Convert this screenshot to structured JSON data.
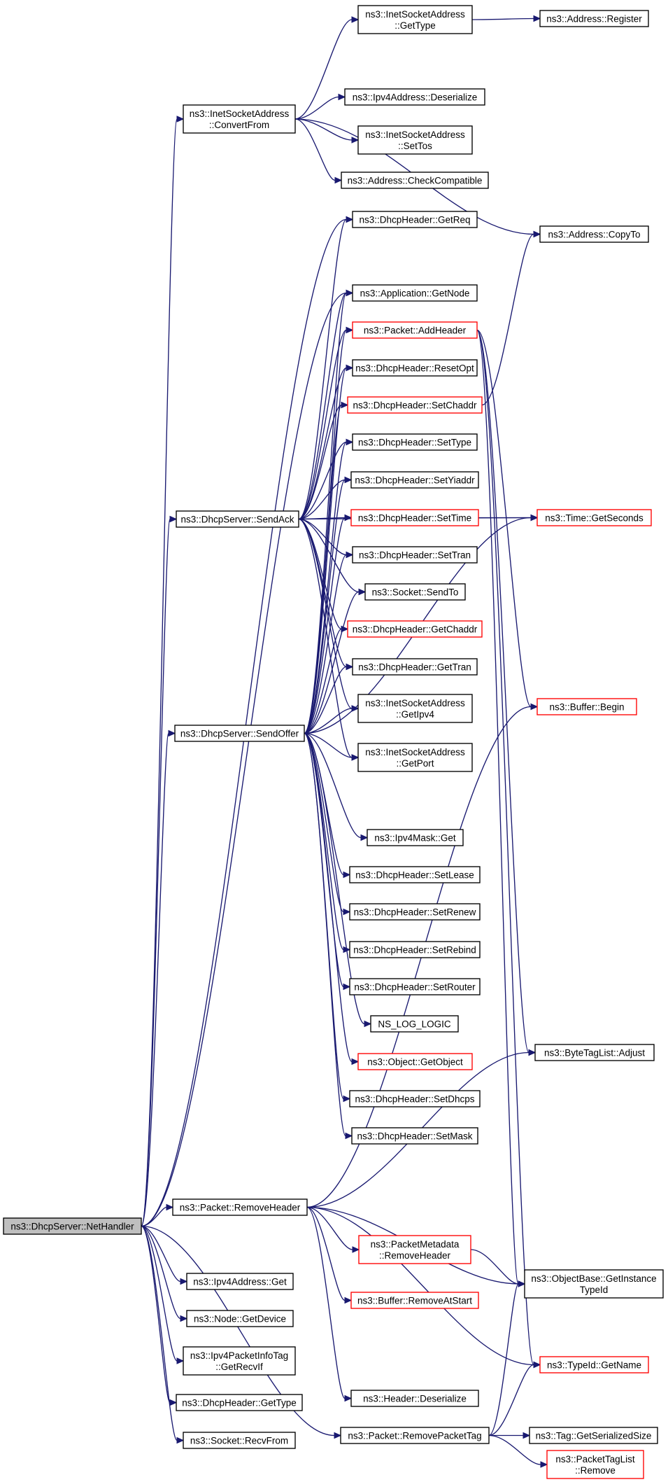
{
  "nodes": {
    "netHandler": {
      "lines": [
        "ns3::DhcpServer::NetHandler"
      ],
      "style": "root"
    },
    "convertFrom": {
      "lines": [
        "ns3::InetSocketAddress",
        "::ConvertFrom"
      ],
      "style": "normal"
    },
    "sendAck": {
      "lines": [
        "ns3::DhcpServer::SendAck"
      ],
      "style": "normal"
    },
    "sendOffer": {
      "lines": [
        "ns3::DhcpServer::SendOffer"
      ],
      "style": "normal"
    },
    "packetRemoveHeader": {
      "lines": [
        "ns3::Packet::RemoveHeader"
      ],
      "style": "normal"
    },
    "ipv4AddressGet": {
      "lines": [
        "ns3::Ipv4Address::Get"
      ],
      "style": "normal"
    },
    "nodeGetDevice": {
      "lines": [
        "ns3::Node::GetDevice"
      ],
      "style": "normal"
    },
    "getRecvIf": {
      "lines": [
        "ns3::Ipv4PacketInfoTag",
        "::GetRecvIf"
      ],
      "style": "normal"
    },
    "dhcpGetType": {
      "lines": [
        "ns3::DhcpHeader::GetType"
      ],
      "style": "normal"
    },
    "recvFrom": {
      "lines": [
        "ns3::Socket::RecvFrom"
      ],
      "style": "normal"
    },
    "inetGetType": {
      "lines": [
        "ns3::InetSocketAddress",
        "::GetType"
      ],
      "style": "normal"
    },
    "ipv4Deserialize": {
      "lines": [
        "ns3::Ipv4Address::Deserialize"
      ],
      "style": "normal"
    },
    "setTos": {
      "lines": [
        "ns3::InetSocketAddress",
        "::SetTos"
      ],
      "style": "normal"
    },
    "checkCompatible": {
      "lines": [
        "ns3::Address::CheckCompatible"
      ],
      "style": "normal"
    },
    "getReq": {
      "lines": [
        "ns3::DhcpHeader::GetReq"
      ],
      "style": "normal"
    },
    "getNode": {
      "lines": [
        "ns3::Application::GetNode"
      ],
      "style": "normal"
    },
    "addHeader": {
      "lines": [
        "ns3::Packet::AddHeader"
      ],
      "style": "red"
    },
    "resetOpt": {
      "lines": [
        "ns3::DhcpHeader::ResetOpt"
      ],
      "style": "normal"
    },
    "setChaddr": {
      "lines": [
        "ns3::DhcpHeader::SetChaddr"
      ],
      "style": "red"
    },
    "setType": {
      "lines": [
        "ns3::DhcpHeader::SetType"
      ],
      "style": "normal"
    },
    "setYiaddr": {
      "lines": [
        "ns3::DhcpHeader::SetYiaddr"
      ],
      "style": "normal"
    },
    "setTime": {
      "lines": [
        "ns3::DhcpHeader::SetTime"
      ],
      "style": "red"
    },
    "setTran": {
      "lines": [
        "ns3::DhcpHeader::SetTran"
      ],
      "style": "normal"
    },
    "sendTo": {
      "lines": [
        "ns3::Socket::SendTo"
      ],
      "style": "normal"
    },
    "getChaddr": {
      "lines": [
        "ns3::DhcpHeader::GetChaddr"
      ],
      "style": "red"
    },
    "getTran": {
      "lines": [
        "ns3::DhcpHeader::GetTran"
      ],
      "style": "normal"
    },
    "getIpv4": {
      "lines": [
        "ns3::InetSocketAddress",
        "::GetIpv4"
      ],
      "style": "normal"
    },
    "getPort": {
      "lines": [
        "ns3::InetSocketAddress",
        "::GetPort"
      ],
      "style": "normal"
    },
    "maskGet": {
      "lines": [
        "ns3::Ipv4Mask::Get"
      ],
      "style": "normal"
    },
    "setLease": {
      "lines": [
        "ns3::DhcpHeader::SetLease"
      ],
      "style": "normal"
    },
    "setRenew": {
      "lines": [
        "ns3::DhcpHeader::SetRenew"
      ],
      "style": "normal"
    },
    "setRebind": {
      "lines": [
        "ns3::DhcpHeader::SetRebind"
      ],
      "style": "normal"
    },
    "setRouter": {
      "lines": [
        "ns3::DhcpHeader::SetRouter"
      ],
      "style": "normal"
    },
    "nsLogLogic": {
      "lines": [
        "NS_LOG_LOGIC"
      ],
      "style": "normal"
    },
    "getObject": {
      "lines": [
        "ns3::Object::GetObject"
      ],
      "style": "red"
    },
    "setDhcps": {
      "lines": [
        "ns3::DhcpHeader::SetDhcps"
      ],
      "style": "normal"
    },
    "setMask": {
      "lines": [
        "ns3::DhcpHeader::SetMask"
      ],
      "style": "normal"
    },
    "pmRemoveHeader": {
      "lines": [
        "ns3::PacketMetadata",
        "::RemoveHeader"
      ],
      "style": "red"
    },
    "removeAtStart": {
      "lines": [
        "ns3::Buffer::RemoveAtStart"
      ],
      "style": "red"
    },
    "headerDeserialize": {
      "lines": [
        "ns3::Header::Deserialize"
      ],
      "style": "normal"
    },
    "removePacketTag": {
      "lines": [
        "ns3::Packet::RemovePacketTag"
      ],
      "style": "normal"
    },
    "addressRegister": {
      "lines": [
        "ns3::Address::Register"
      ],
      "style": "normal"
    },
    "copyTo": {
      "lines": [
        "ns3::Address::CopyTo"
      ],
      "style": "normal"
    },
    "getSeconds": {
      "lines": [
        "ns3::Time::GetSeconds"
      ],
      "style": "red"
    },
    "bufferBegin": {
      "lines": [
        "ns3::Buffer::Begin"
      ],
      "style": "red"
    },
    "byteTagAdjust": {
      "lines": [
        "ns3::ByteTagList::Adjust"
      ],
      "style": "normal"
    },
    "getInstanceTypeId": {
      "lines": [
        "ns3::ObjectBase::GetInstance",
        "TypeId"
      ],
      "style": "normal"
    },
    "typeIdGetName": {
      "lines": [
        "ns3::TypeId::GetName"
      ],
      "style": "red"
    },
    "tagGetSerializedSize": {
      "lines": [
        "ns3::Tag::GetSerializedSize"
      ],
      "style": "normal"
    },
    "packetTagListRemove": {
      "lines": [
        "ns3::PacketTagList",
        "::Remove"
      ],
      "style": "red"
    }
  },
  "edges": [
    [
      "netHandler",
      "convertFrom"
    ],
    [
      "netHandler",
      "sendAck"
    ],
    [
      "netHandler",
      "sendOffer"
    ],
    [
      "netHandler",
      "packetRemoveHeader"
    ],
    [
      "netHandler",
      "ipv4AddressGet"
    ],
    [
      "netHandler",
      "nodeGetDevice"
    ],
    [
      "netHandler",
      "getRecvIf"
    ],
    [
      "netHandler",
      "dhcpGetType"
    ],
    [
      "netHandler",
      "recvFrom"
    ],
    [
      "netHandler",
      "getReq"
    ],
    [
      "netHandler",
      "getNode"
    ],
    [
      "netHandler",
      "removePacketTag"
    ],
    [
      "convertFrom",
      "inetGetType"
    ],
    [
      "convertFrom",
      "ipv4Deserialize"
    ],
    [
      "convertFrom",
      "setTos"
    ],
    [
      "convertFrom",
      "checkCompatible"
    ],
    [
      "convertFrom",
      "copyTo"
    ],
    [
      "inetGetType",
      "addressRegister"
    ],
    [
      "sendAck",
      "getReq"
    ],
    [
      "sendAck",
      "getNode"
    ],
    [
      "sendAck",
      "addHeader"
    ],
    [
      "sendAck",
      "resetOpt"
    ],
    [
      "sendAck",
      "setChaddr"
    ],
    [
      "sendAck",
      "setType"
    ],
    [
      "sendAck",
      "setYiaddr"
    ],
    [
      "sendAck",
      "setTime"
    ],
    [
      "sendAck",
      "setTran"
    ],
    [
      "sendAck",
      "sendTo"
    ],
    [
      "sendAck",
      "getChaddr"
    ],
    [
      "sendAck",
      "getTran"
    ],
    [
      "sendAck",
      "getIpv4"
    ],
    [
      "sendAck",
      "getPort"
    ],
    [
      "sendAck",
      "getSeconds"
    ],
    [
      "sendOffer",
      "getNode"
    ],
    [
      "sendOffer",
      "addHeader"
    ],
    [
      "sendOffer",
      "resetOpt"
    ],
    [
      "sendOffer",
      "setChaddr"
    ],
    [
      "sendOffer",
      "setType"
    ],
    [
      "sendOffer",
      "setYiaddr"
    ],
    [
      "sendOffer",
      "setTime"
    ],
    [
      "sendOffer",
      "setTran"
    ],
    [
      "sendOffer",
      "sendTo"
    ],
    [
      "sendOffer",
      "getChaddr"
    ],
    [
      "sendOffer",
      "getTran"
    ],
    [
      "sendOffer",
      "getIpv4"
    ],
    [
      "sendOffer",
      "getPort"
    ],
    [
      "sendOffer",
      "getSeconds"
    ],
    [
      "sendOffer",
      "maskGet"
    ],
    [
      "sendOffer",
      "setLease"
    ],
    [
      "sendOffer",
      "setRenew"
    ],
    [
      "sendOffer",
      "setRebind"
    ],
    [
      "sendOffer",
      "setRouter"
    ],
    [
      "sendOffer",
      "nsLogLogic"
    ],
    [
      "sendOffer",
      "getObject"
    ],
    [
      "sendOffer",
      "setDhcps"
    ],
    [
      "sendOffer",
      "setMask"
    ],
    [
      "setChaddr",
      "copyTo"
    ],
    [
      "setTime",
      "getSeconds"
    ],
    [
      "addHeader",
      "bufferBegin"
    ],
    [
      "addHeader",
      "byteTagAdjust"
    ],
    [
      "addHeader",
      "getInstanceTypeId"
    ],
    [
      "addHeader",
      "typeIdGetName"
    ],
    [
      "packetRemoveHeader",
      "bufferBegin"
    ],
    [
      "packetRemoveHeader",
      "byteTagAdjust"
    ],
    [
      "packetRemoveHeader",
      "pmRemoveHeader"
    ],
    [
      "packetRemoveHeader",
      "removeAtStart"
    ],
    [
      "packetRemoveHeader",
      "headerDeserialize"
    ],
    [
      "packetRemoveHeader",
      "getInstanceTypeId"
    ],
    [
      "packetRemoveHeader",
      "typeIdGetName"
    ],
    [
      "pmRemoveHeader",
      "getInstanceTypeId"
    ],
    [
      "removePacketTag",
      "getInstanceTypeId"
    ],
    [
      "removePacketTag",
      "typeIdGetName"
    ],
    [
      "removePacketTag",
      "tagGetSerializedSize"
    ],
    [
      "removePacketTag",
      "packetTagListRemove"
    ]
  ],
  "colors": {
    "edge": "#191970",
    "highlight_border": "#ff0000",
    "root_fill": "#bfbfbf"
  }
}
